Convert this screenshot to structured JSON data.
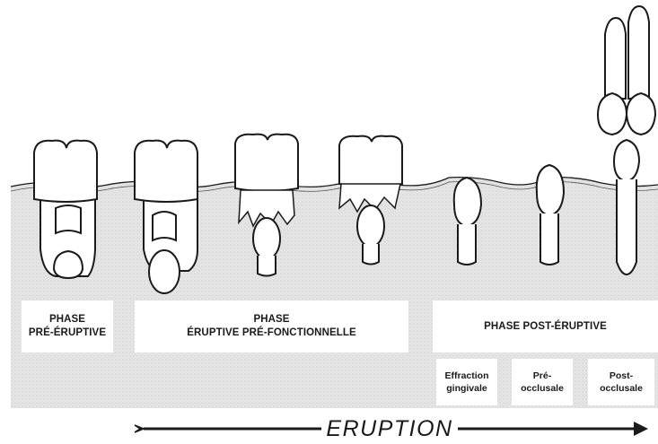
{
  "phases": [
    {
      "id": "pre-eruptive",
      "lines": [
        "PHASE",
        "PRÉ-ÉRUPTIVE"
      ]
    },
    {
      "id": "eruptive-prefunctional",
      "lines": [
        "PHASE",
        "ÉRUPTIVE PRÉ-FONCTIONNELLE"
      ]
    },
    {
      "id": "post-eruptive",
      "lines": [
        "PHASE POST-ÉRUPTIVE"
      ]
    }
  ],
  "sub_phases": [
    {
      "id": "effraction",
      "lines": [
        "Effraction",
        "gingivale"
      ]
    },
    {
      "id": "pre-occlusale",
      "lines": [
        "Pré-",
        "occlusale"
      ]
    },
    {
      "id": "post-occlusale",
      "lines": [
        "Post-",
        "occlusale"
      ]
    }
  ],
  "arrow_label": "ERUPTION",
  "colors": {
    "tissue": "#e3e3e3",
    "outline": "#1a1a1a",
    "tooth": "#ffffff",
    "page": "#ffffff"
  }
}
